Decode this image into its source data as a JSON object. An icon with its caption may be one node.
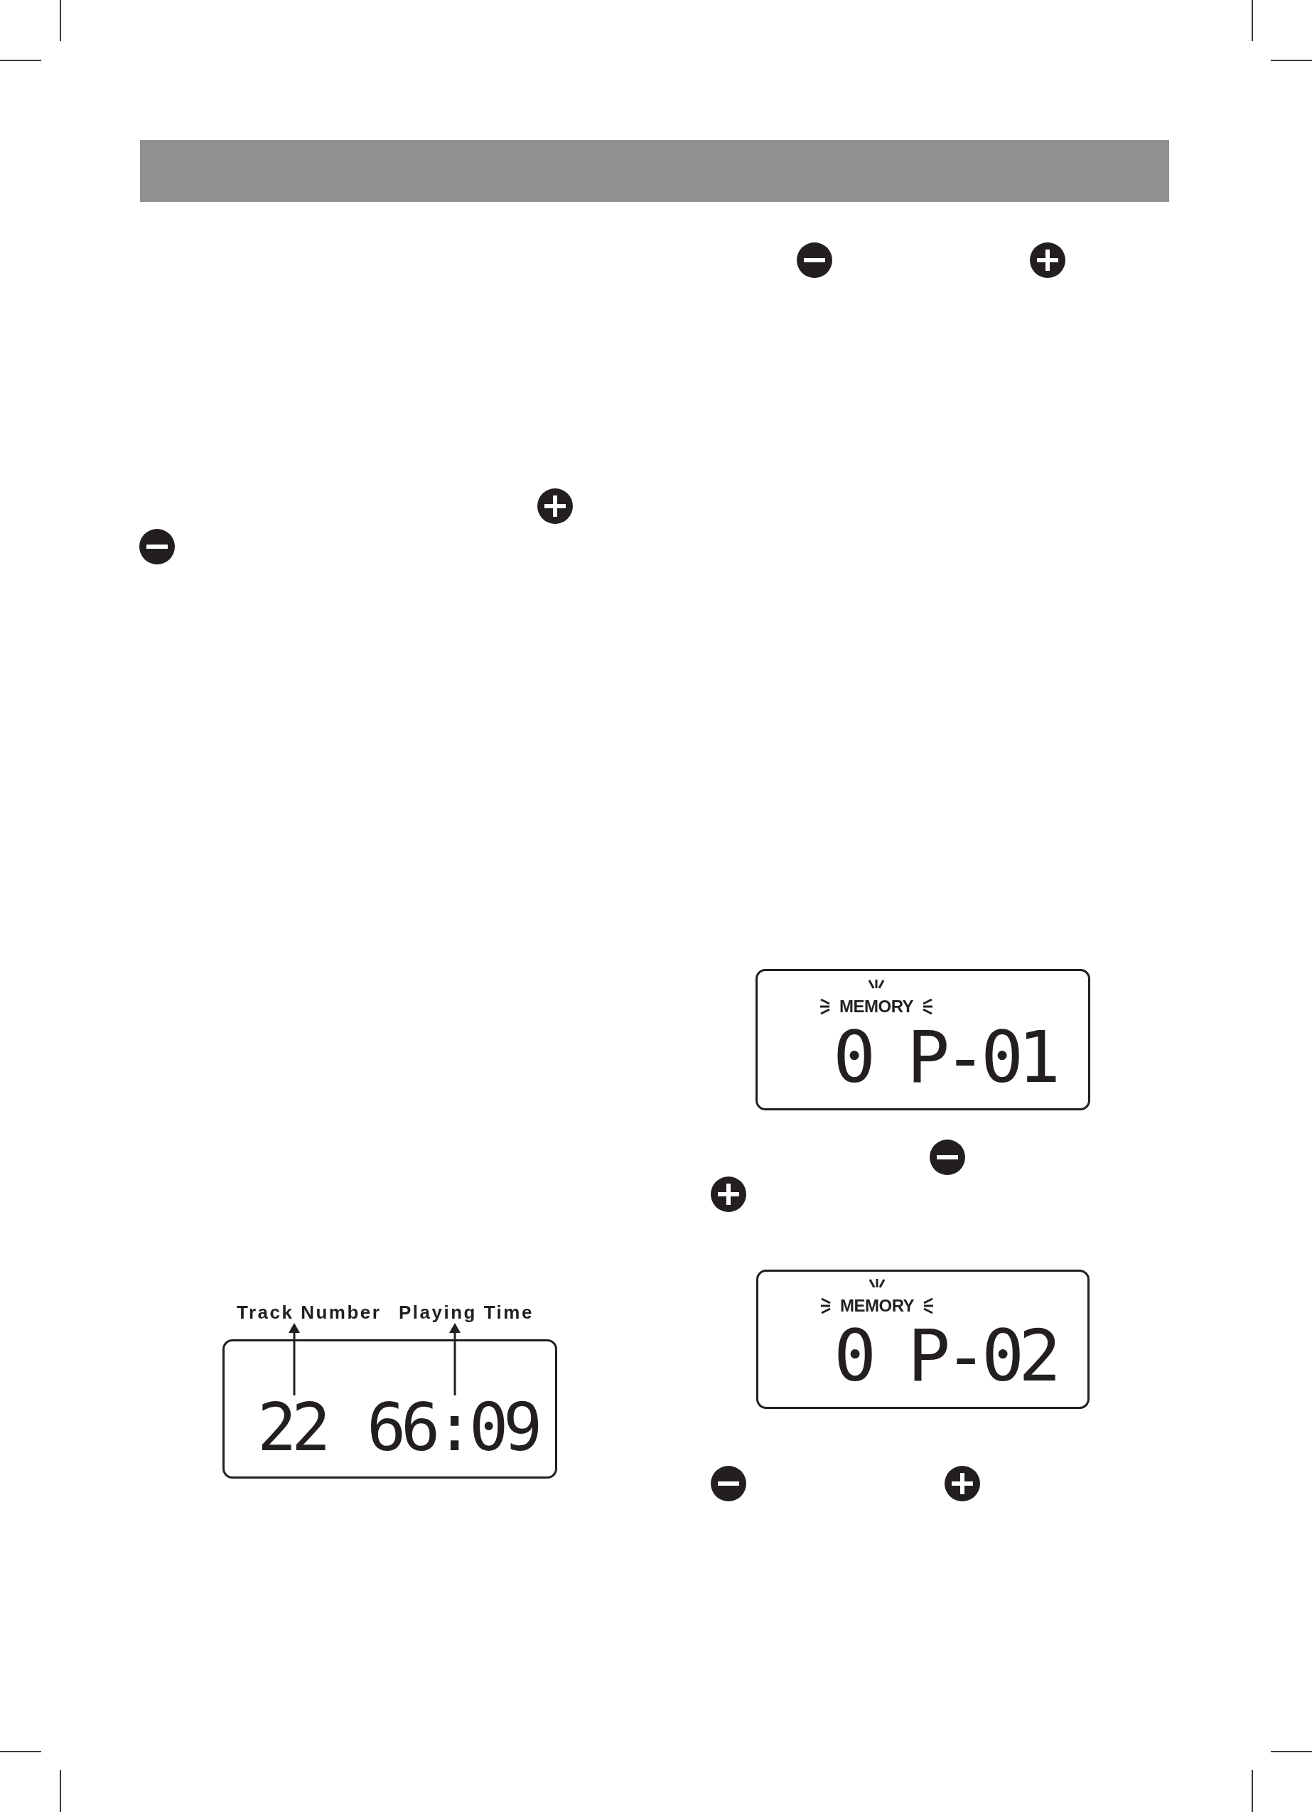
{
  "diagram": {
    "nodes": [
      {
        "text": [
          "Track Number"
        ]
      },
      {
        "text": [
          "Playing Time"
        ]
      },
      {
        "text": [],
        "shape": "box"
      },
      {
        "text": [
          "22"
        ],
        "in": 2
      },
      {
        "text": [
          "66:09"
        ],
        "in": 2
      },
      {
        "text": [
          "MEMORY",
          "0 P-01"
        ]
      },
      {
        "text": [
          "MEMORY",
          "0 P-02"
        ]
      }
    ],
    "edges": [
      {
        "from": 3,
        "to": 0,
        "arrow": "to"
      },
      {
        "from": 4,
        "to": 1,
        "arrow": "to"
      }
    ]
  }
}
